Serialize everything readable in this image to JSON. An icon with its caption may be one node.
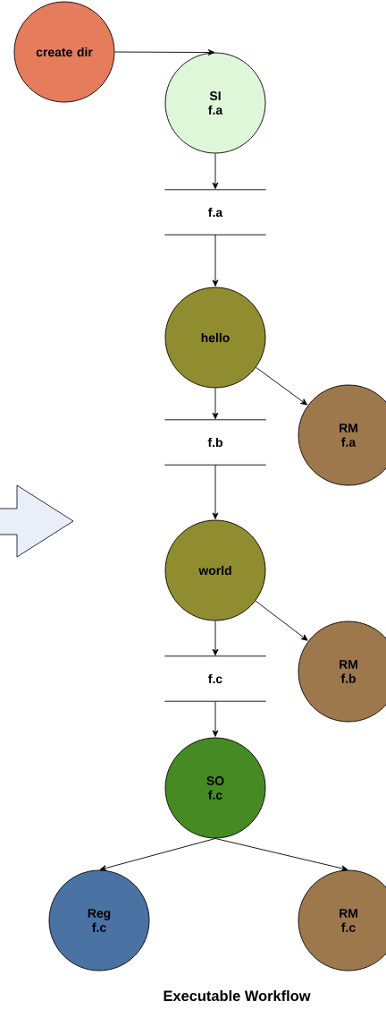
{
  "diagram": {
    "title": "Executable Workflow",
    "nodes": [
      {
        "text": [
          "create dir"
        ]
      },
      {
        "text": [
          "SI",
          "f.a"
        ]
      },
      {
        "text": [
          "f.a"
        ]
      },
      {
        "text": [
          "hello"
        ]
      },
      {
        "text": [
          "RM",
          "f.a"
        ]
      },
      {
        "text": [
          "f.b"
        ]
      },
      {
        "text": [
          "world"
        ]
      },
      {
        "text": [
          "RM",
          "f.b"
        ]
      },
      {
        "text": [
          "f.c"
        ]
      },
      {
        "text": [
          "SO",
          "f.c"
        ]
      },
      {
        "text": [
          "Reg",
          "f.c"
        ]
      },
      {
        "text": [
          "RM",
          "f.c"
        ]
      }
    ],
    "edges": [
      {
        "from": 0,
        "to": 1,
        "arrow": "to"
      },
      {
        "from": 1,
        "to": 2,
        "arrow": "to"
      },
      {
        "from": 2,
        "to": 3,
        "arrow": "to"
      },
      {
        "from": 3,
        "to": 4,
        "arrow": "to"
      },
      {
        "from": 3,
        "to": 5,
        "arrow": "to"
      },
      {
        "from": 5,
        "to": 6,
        "arrow": "to"
      },
      {
        "from": 6,
        "to": 7,
        "arrow": "to"
      },
      {
        "from": 6,
        "to": 8,
        "arrow": "to"
      },
      {
        "from": 8,
        "to": 9,
        "arrow": "to"
      },
      {
        "from": 9,
        "to": 10,
        "arrow": "to"
      },
      {
        "from": 9,
        "to": 11,
        "arrow": "to"
      }
    ]
  }
}
